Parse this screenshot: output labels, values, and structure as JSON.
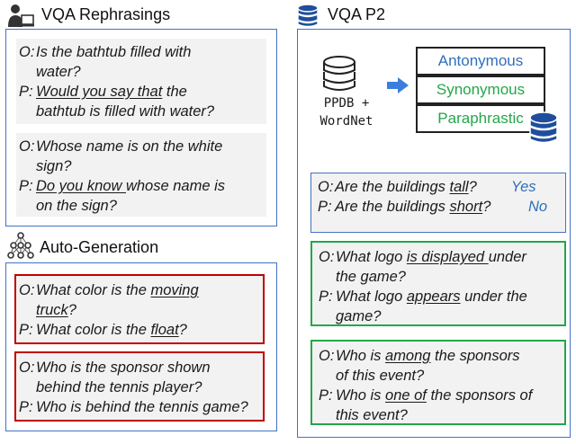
{
  "colors": {
    "panel_border": "#4472c4",
    "auto_box": "#c00000",
    "p2_green": "#22a74a",
    "answer": "#2f6fbd",
    "antonymous": "#2f6fbd",
    "synonymous": "#22a74a",
    "paraphrastic": "#22a74a"
  },
  "icons": {
    "rephrasings": "person-computer-icon",
    "p2": "database-icon",
    "auto_generation": "neural-network-icon",
    "arrow": "arrow-right-icon"
  },
  "rephrasings": {
    "title": "VQA Rephrasings",
    "examples": [
      {
        "o_tag": "O:",
        "o_line1": "Is the bathtub filled with",
        "o_line2": "water?",
        "p_tag": "P:",
        "p_u": "Would you say that",
        "p_rest1": " the",
        "p_line2": "bathtub is filled with water?"
      },
      {
        "o_tag": "O:",
        "o_line1": "Whose name is on the white",
        "o_line2": "sign?",
        "p_tag": "P:",
        "p_u": "Do you know ",
        "p_rest1": "whose name is",
        "p_line2": "on the sign?"
      }
    ]
  },
  "auto_generation": {
    "title": "Auto-Generation",
    "examples": [
      {
        "o_tag": "O:",
        "o_pre": "What color is the ",
        "o_u1": "moving",
        "o_u2": "truck",
        "o_end": "?",
        "p_tag": "P:",
        "p_pre": "What color is the ",
        "p_u": "float",
        "p_end": "?"
      },
      {
        "o_tag": "O:",
        "o_line1": "Who is the sponsor shown",
        "o_line2": "behind the tennis player?",
        "p_tag": "P:",
        "p_line1": "Who is behind the tennis game?"
      }
    ]
  },
  "vqa_p2": {
    "title": "VQA P2",
    "source_label_1": "PPDB +",
    "source_label_2": "WordNet",
    "categories": [
      "Antonymous",
      "Synonymous",
      "Paraphrastic"
    ],
    "examples": [
      {
        "o_tag": "O:",
        "o_pre": "Are the buildings ",
        "o_u": "tall",
        "o_end": "?",
        "o_answer": "Yes",
        "p_tag": "P:",
        "p_pre": "Are the buildings ",
        "p_u": "short",
        "p_end": "?",
        "p_answer": "No"
      },
      {
        "o_tag": "O:",
        "o_pre": "What logo ",
        "o_u": "is displayed ",
        "o_rest": "under",
        "o_line2": "the game?",
        "p_tag": "P:",
        "p_pre": "What logo ",
        "p_u": "appears",
        "p_rest": " under the",
        "p_line2": "game?"
      },
      {
        "o_tag": "O:",
        "o_pre": "Who is ",
        "o_u": "among",
        "o_rest": " the sponsors",
        "o_line2": "of this event?",
        "p_tag": "P:",
        "p_pre": "Who is ",
        "p_u": "one of",
        "p_rest": " the sponsors of",
        "p_line2": "this event?"
      }
    ]
  }
}
